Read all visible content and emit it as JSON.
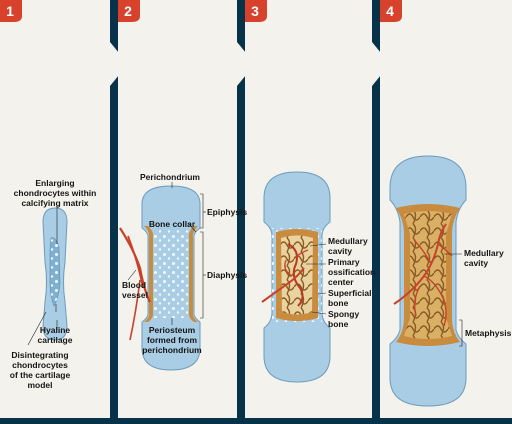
{
  "colors": {
    "background": "#06324a",
    "panel": "#f4f2ec",
    "step_badge": "#d8412c",
    "cartilage": "#a9cde4",
    "cartilage_outline": "#6d9bbd",
    "bone": "#c98b3e",
    "vessel": "#c8422b"
  },
  "icons": {
    "step_badge": "step-number-badge",
    "arrow": "panel-arrow"
  },
  "steps": [
    {
      "number": "1",
      "labels": {
        "enlarging": [
          "Enlarging",
          "chondrocytes within",
          "calcifying matrix"
        ],
        "hyaline": [
          "Hyaline",
          "cartilage"
        ],
        "disintegrating": [
          "Disintegrating",
          "chondrocytes",
          "of the cartilage",
          "model"
        ]
      }
    },
    {
      "number": "2",
      "labels": {
        "perichondrium": "Perichondrium",
        "bone_collar": "Bone collar",
        "epiphysis": "Epiphysis",
        "diaphysis": "Diaphysis",
        "blood_vessel": [
          "Blood",
          "vessel"
        ],
        "periosteum": [
          "Periosteum",
          "formed from",
          "perichondrium"
        ]
      }
    },
    {
      "number": "3",
      "labels": {
        "medullary": [
          "Medullary",
          "cavity"
        ],
        "primary": [
          "Primary",
          "ossification",
          "center"
        ],
        "superficial": [
          "Superficial",
          "bone"
        ],
        "spongy": [
          "Spongy",
          "bone"
        ]
      }
    },
    {
      "number": "4",
      "labels": {
        "medullary": [
          "Medullary",
          "cavity"
        ],
        "metaphysis": "Metaphysis"
      }
    }
  ]
}
